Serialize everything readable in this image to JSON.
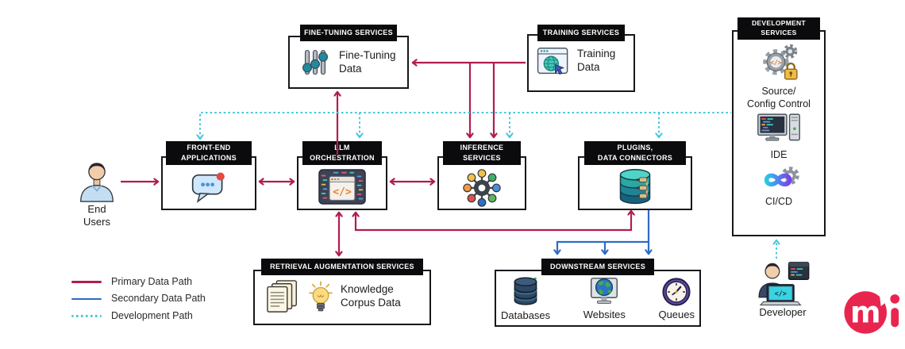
{
  "colors": {
    "primary": "#b01d4e",
    "secondary": "#2f6bc6",
    "development": "#3fc6dd",
    "logo": "#e8254f",
    "header_bg": "#0b0b0d",
    "box_border": "#17171c"
  },
  "nodes": {
    "fine_tuning": {
      "header": "FINE-TUNING SERVICES",
      "label": "Fine-Tuning\nData"
    },
    "training": {
      "header": "TRAINING SERVICES",
      "label": "Training\nData"
    },
    "development": {
      "header": "DEVELOPMENT\nSERVICES",
      "items": {
        "source": "Source/\nConfig Control",
        "ide": "IDE",
        "cicd": "CI/CD"
      }
    },
    "front_end": {
      "header": "FRONT-END\nAPPLICATIONS"
    },
    "llm": {
      "header": "LLM\nORCHESTRATION"
    },
    "inference": {
      "header": "INFERENCE\nSERVICES"
    },
    "plugins": {
      "header": "PLUGINS,\nDATA CONNECTORS"
    },
    "retrieval": {
      "header": "RETRIEVAL AUGMENTATION SERVICES",
      "label": "Knowledge\nCorpus Data"
    },
    "downstream": {
      "header": "DOWNSTREAM SERVICES",
      "items": {
        "databases": "Databases",
        "websites": "Websites",
        "queues": "Queues"
      }
    }
  },
  "actors": {
    "end_users": "End Users",
    "developer": "Developer"
  },
  "legend": {
    "primary": "Primary Data Path",
    "secondary": "Secondary Data Path",
    "development": "Development Path"
  }
}
